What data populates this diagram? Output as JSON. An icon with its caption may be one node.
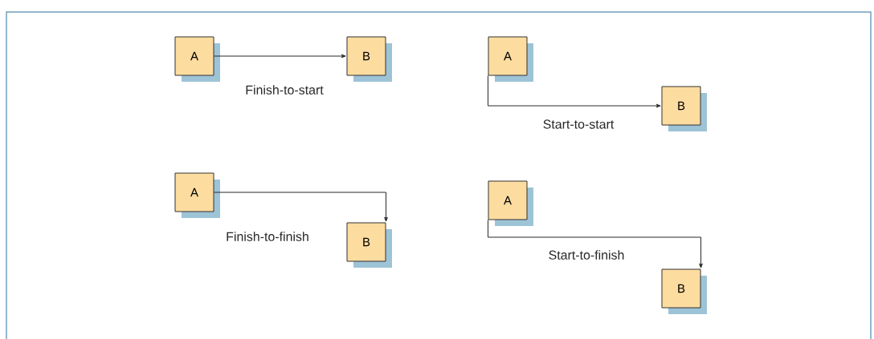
{
  "diagram": {
    "nodes": [
      {
        "text": [
          "A"
        ]
      },
      {
        "text": [
          "B"
        ]
      },
      {
        "text": [
          "A"
        ]
      },
      {
        "text": [
          "B"
        ]
      },
      {
        "text": [
          "A"
        ]
      },
      {
        "text": [
          "B"
        ]
      },
      {
        "text": [
          "A"
        ]
      },
      {
        "text": [
          "B"
        ]
      }
    ],
    "edges": [
      {
        "from": 0,
        "to": 1,
        "arrow": "to",
        "label": "Finish-to-start"
      },
      {
        "from": 2,
        "to": 3,
        "arrow": "to",
        "label": "Start-to-start"
      },
      {
        "from": 4,
        "to": 5,
        "arrow": "to",
        "label": "Finish-to-finish"
      },
      {
        "from": 6,
        "to": 7,
        "arrow": "to",
        "label": "Start-to-finish"
      }
    ]
  }
}
